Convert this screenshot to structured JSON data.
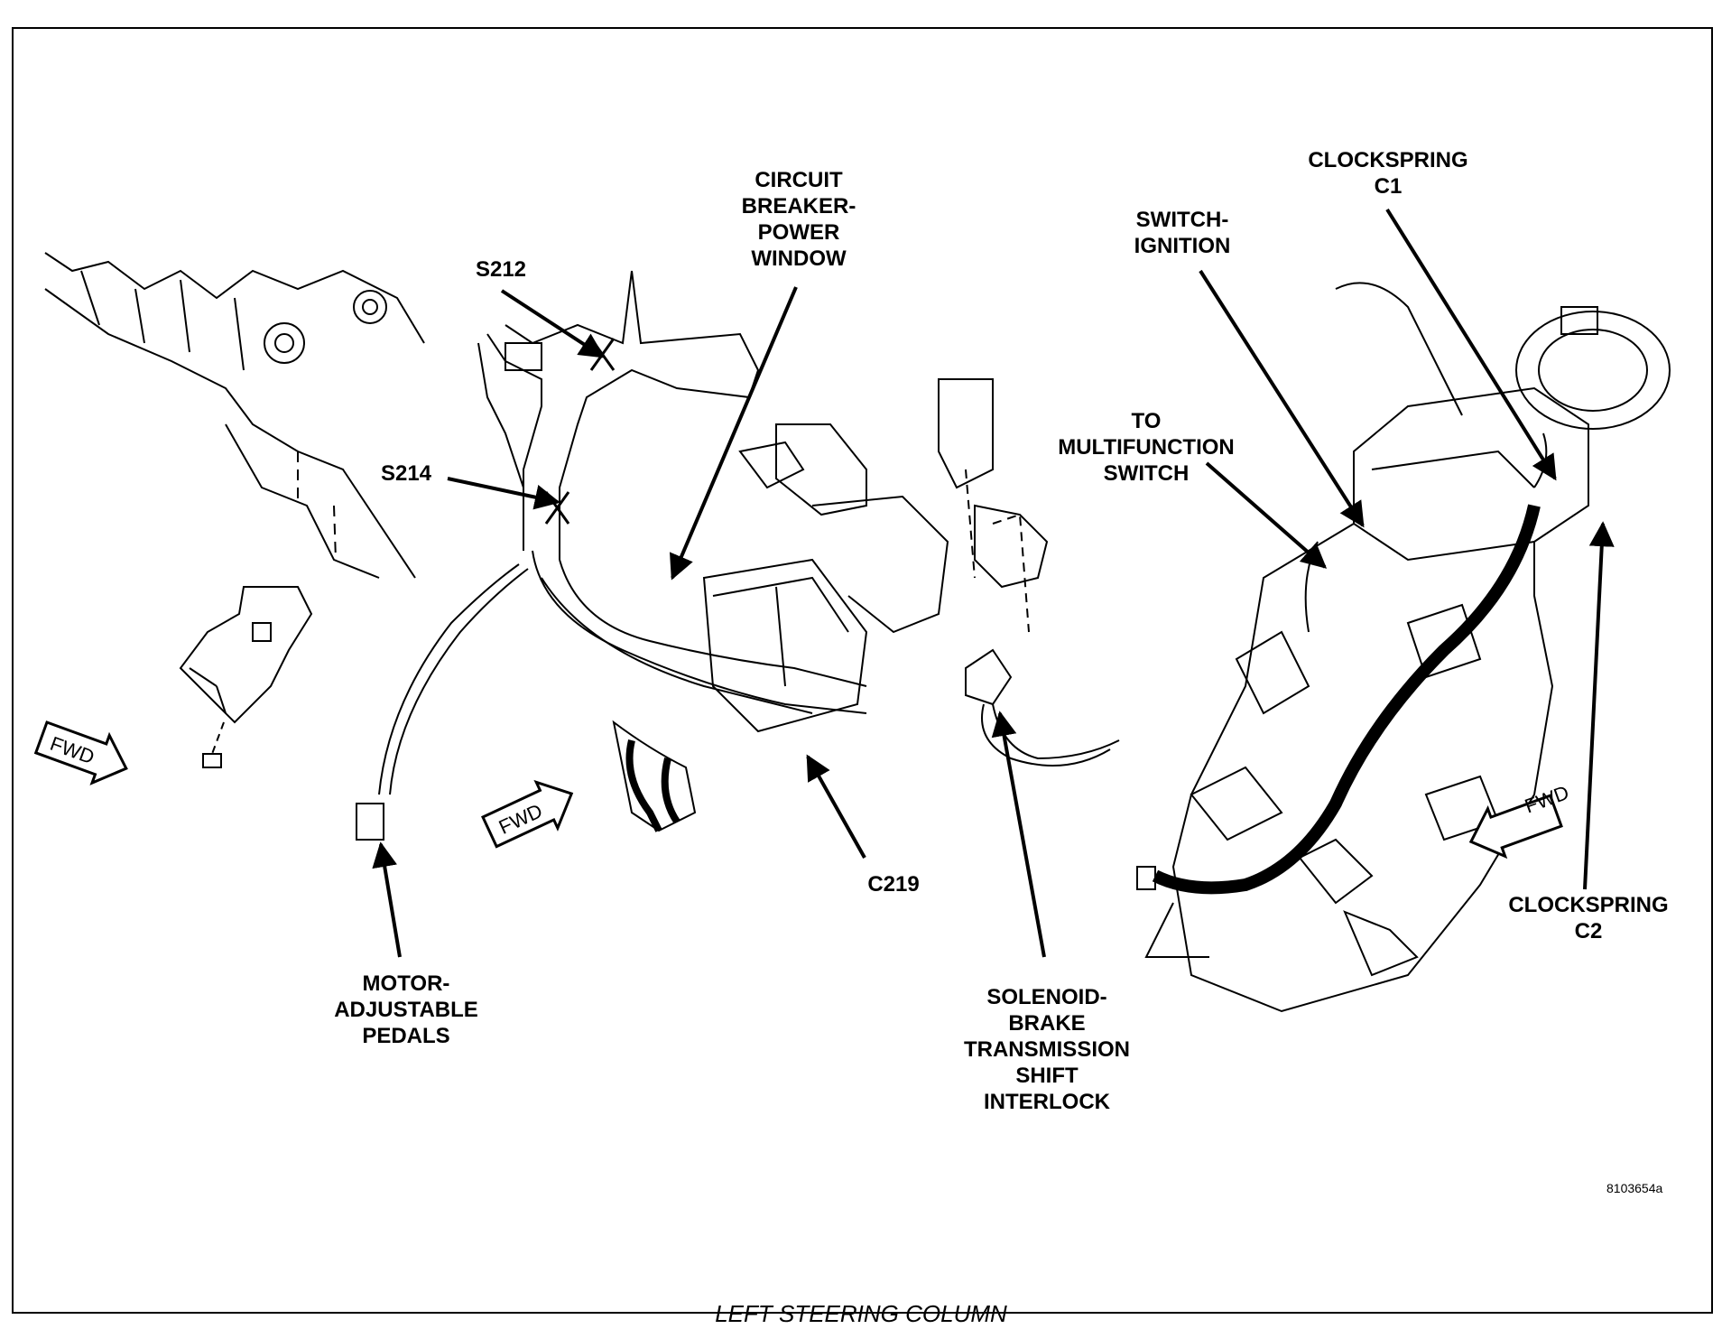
{
  "diagram": {
    "caption": "LEFT STEERING COLUMN",
    "figure_id": "8103654a",
    "labels": {
      "clockspring_c1": [
        "CLOCKSPRING",
        "C1"
      ],
      "switch_ignition": [
        "SWITCH-",
        "IGNITION"
      ],
      "circuit_breaker": [
        "CIRCUIT",
        "BREAKER-",
        "POWER",
        "WINDOW"
      ],
      "s212": [
        "S212"
      ],
      "s214": [
        "S214"
      ],
      "to_multifunction": [
        "TO",
        "MULTIFUNCTION",
        "SWITCH"
      ],
      "c219": [
        "C219"
      ],
      "motor_pedals": [
        "MOTOR-",
        "ADJUSTABLE",
        "PEDALS"
      ],
      "solenoid_brake": [
        "SOLENOID-",
        "BRAKE",
        "TRANSMISSION",
        "SHIFT",
        "INTERLOCK"
      ],
      "clockspring_c2": [
        "CLOCKSPRING",
        "C2"
      ]
    },
    "fwd_label": "FWD"
  }
}
